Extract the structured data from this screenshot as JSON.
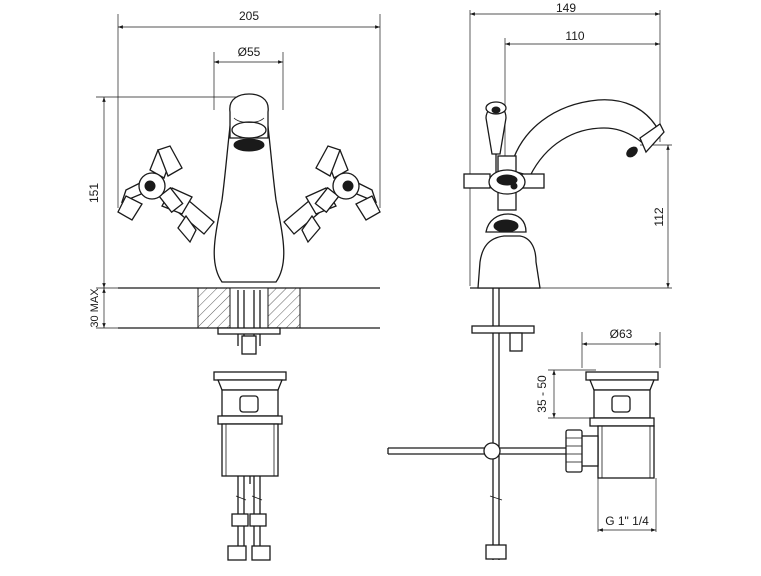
{
  "dimensions": {
    "front_width": "205",
    "front_outlet": "Ø55",
    "front_height": "151",
    "front_deck": "30 MAX",
    "side_width": "149",
    "side_reach": "110",
    "side_height": "112",
    "waste_dia": "Ø63",
    "waste_range": "35 - 50",
    "waste_thread": "G 1\" 1/4"
  }
}
